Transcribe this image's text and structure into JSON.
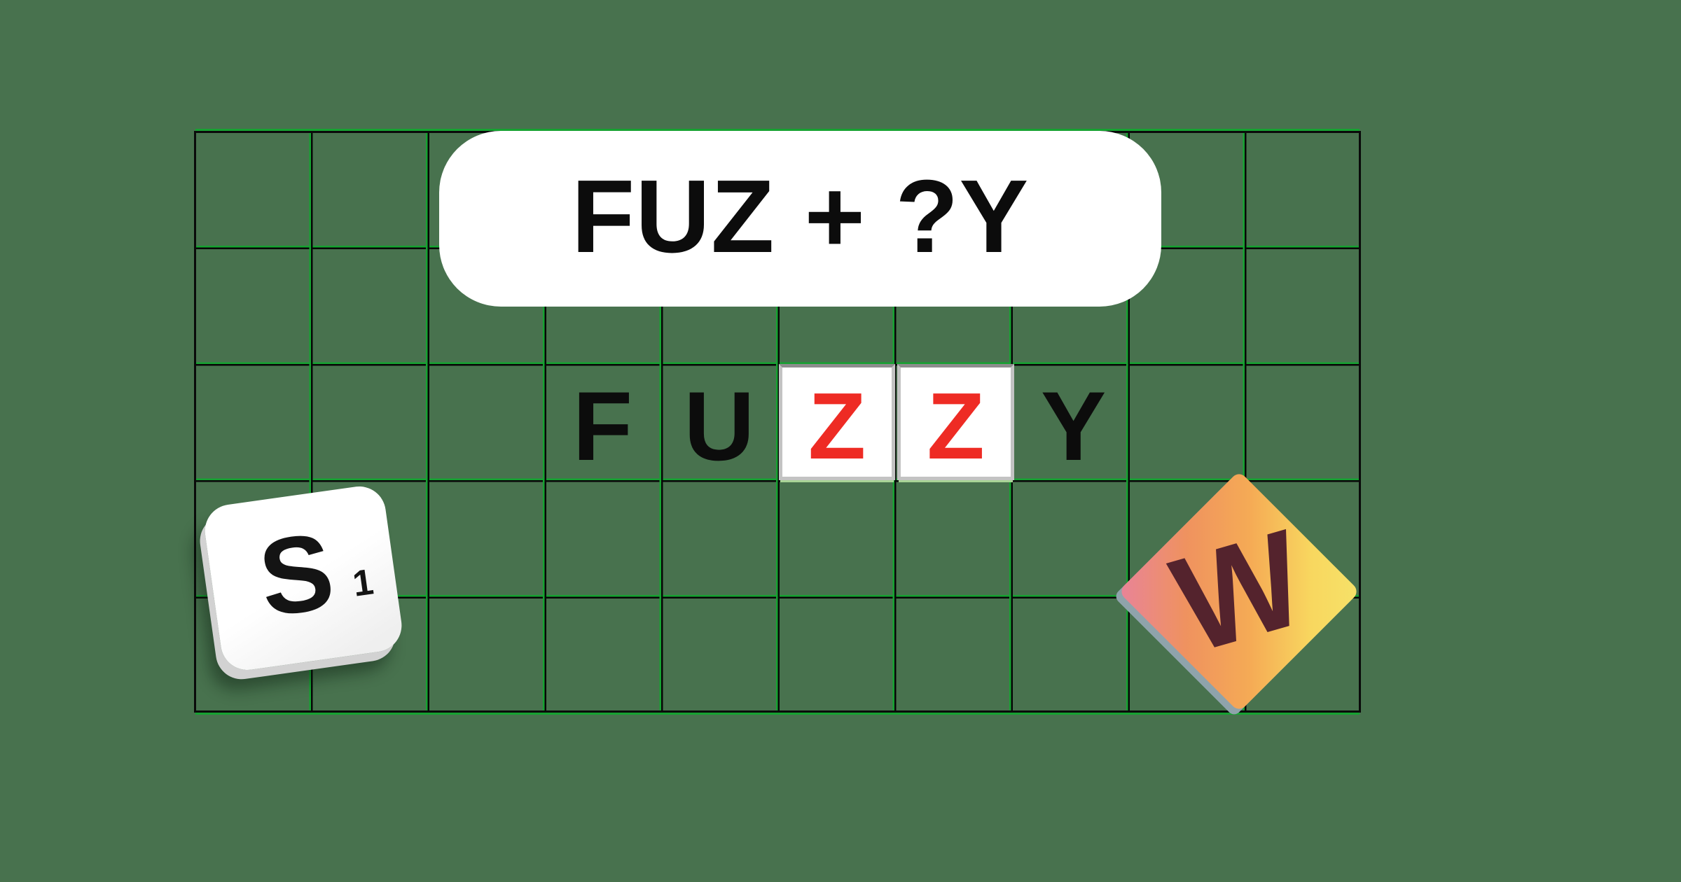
{
  "scene": {
    "background_color": "#48724e",
    "grid": {
      "columns": 10,
      "rows": 5,
      "line_color": "#0a0a0a",
      "accent_line_color": "#16a231"
    }
  },
  "clue_pill": {
    "text": "FUZ + ?Y",
    "background": "#ffffff",
    "text_color": "#0c0c0c"
  },
  "word": {
    "value": "FUZZY",
    "plain_letter_color": "#0c0c0c",
    "tile_letter_color": "#ee2b24",
    "tile_background": "#ffffff",
    "letters": [
      {
        "char": "F",
        "on_tile": false
      },
      {
        "char": "U",
        "on_tile": false
      },
      {
        "char": "Z",
        "on_tile": true
      },
      {
        "char": "Z",
        "on_tile": true
      },
      {
        "char": "Y",
        "on_tile": false
      }
    ]
  },
  "scrabble_tile": {
    "letter": "S",
    "points": "1",
    "background": "#ffffff",
    "letter_color": "#141414"
  },
  "wwf_logo": {
    "letter": "W",
    "letter_color": "#54232d",
    "gradient": [
      "#e8839a",
      "#f5ab55",
      "#f8df63"
    ],
    "back_layer_color": "#8fa3ab"
  }
}
